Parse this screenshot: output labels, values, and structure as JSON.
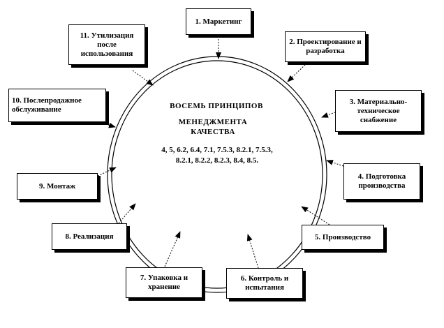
{
  "center": {
    "title_line1": "ВОСЕМЬ ПРИНЦИПОВ",
    "title_line2": "МЕНЕДЖМЕНТА КАЧЕСТВА",
    "references": "4, 5, 6.2, 6.4, 7.1, 7.5.3, 8.2.1, 7.5.3, 8.2.1, 8.2.2, 8.2.3, 8.4, 8.5."
  },
  "stages": [
    {
      "id": "1",
      "label": "1. Маркетинг"
    },
    {
      "id": "2",
      "label": "2. Проектирование и разработка"
    },
    {
      "id": "3",
      "label": "3. Материально-техническое снабжение"
    },
    {
      "id": "4",
      "label": "4. Подготовка производства"
    },
    {
      "id": "5",
      "label": "5. Производство"
    },
    {
      "id": "6",
      "label": "6. Контроль и испытания"
    },
    {
      "id": "7",
      "label": "7. Упаковка и хранение"
    },
    {
      "id": "8",
      "label": "8. Реализация"
    },
    {
      "id": "9",
      "label": "9. Монтаж"
    },
    {
      "id": "10",
      "label": "10. Послепродажное обслуживание"
    },
    {
      "id": "11",
      "label": "11. Утилизация после использования"
    }
  ]
}
